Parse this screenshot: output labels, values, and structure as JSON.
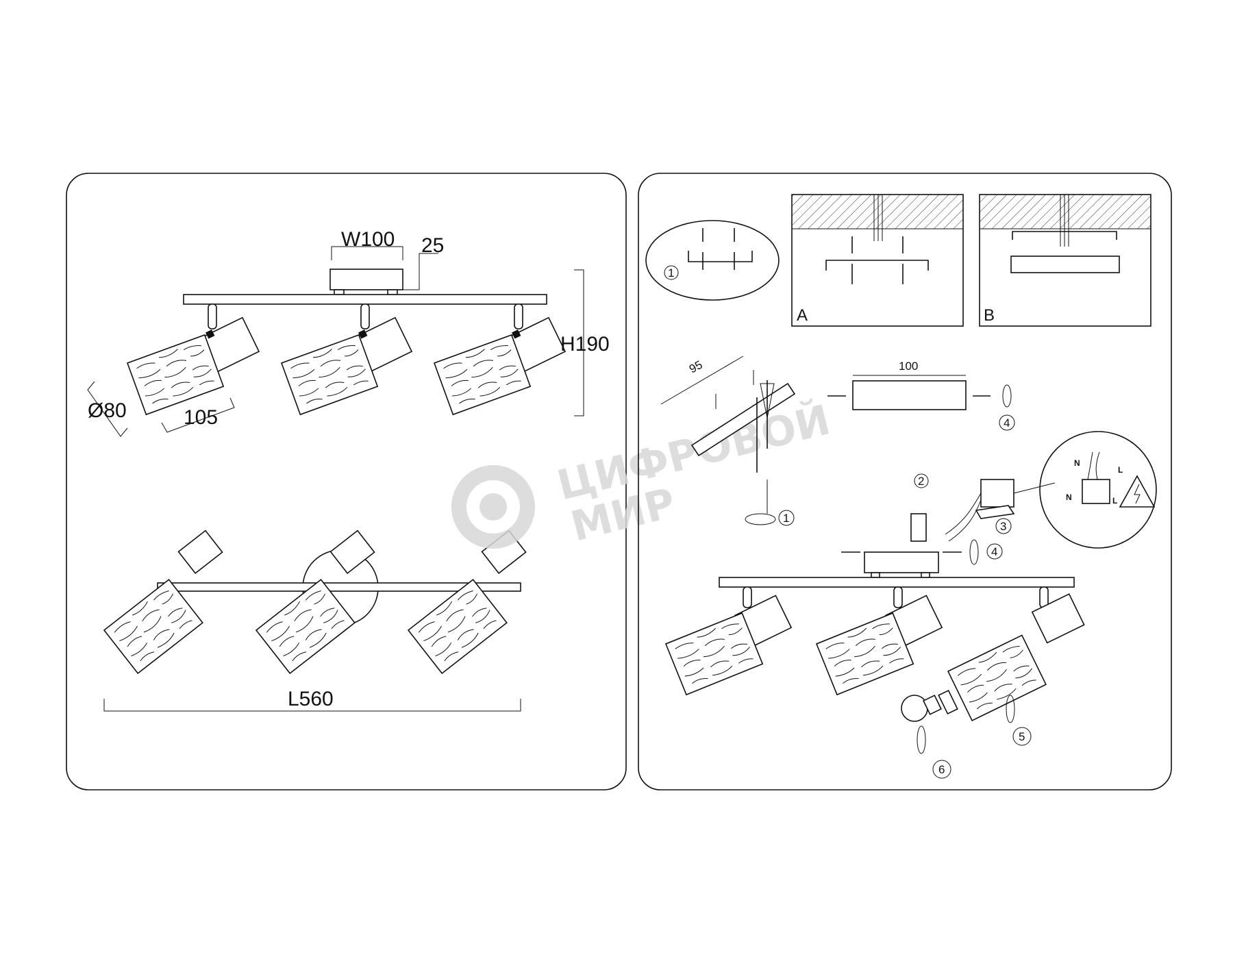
{
  "dimensions": {
    "width": "W100",
    "depth": "25",
    "height": "H190",
    "diameter": "Ø80",
    "shade_length": "105",
    "length": "L560"
  },
  "panel_labels": {
    "a": "A",
    "b": "B"
  },
  "install": {
    "bracket_dim": "95",
    "base_dim": "100",
    "steps": [
      "1",
      "2",
      "3",
      "4",
      "5",
      "6"
    ],
    "wire_labels": {
      "n": "N",
      "l": "L"
    }
  },
  "watermark": {
    "line1": "ЦИФРОВОЙ",
    "line2": "МИР"
  }
}
